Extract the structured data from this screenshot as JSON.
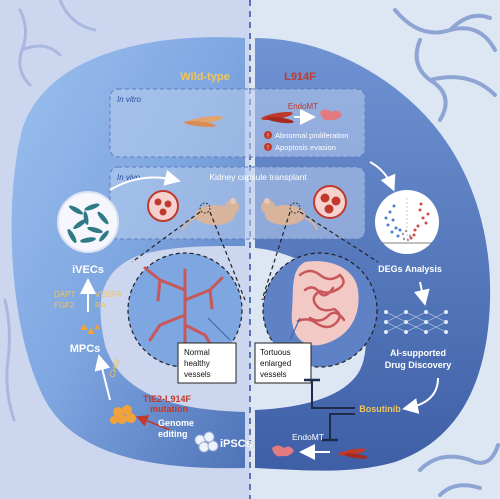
{
  "headers": {
    "wild_type": "Wild-type",
    "mutant": "L914F"
  },
  "in_vitro": {
    "label": "In vitro",
    "endomt": "EndoMT",
    "bullet1": "Abnormal proliferation",
    "bullet2": "Apoptosis evasion"
  },
  "in_vivo": {
    "label": "In vivo",
    "title": "Kidney capsule transplant"
  },
  "left_path": {
    "ivecs": "iVECs",
    "factors": [
      "DAPT",
      "VEGFA",
      "FGF2",
      "RA"
    ],
    "mpcs": "MPCs",
    "chir": "CHIR",
    "mutation_line1": "TIE2-L914F",
    "mutation_line2": "mutation",
    "genome_line1": "Genome",
    "genome_line2": "editing",
    "ipscs": "iPSCs"
  },
  "vessels": {
    "normal": [
      "Normal",
      "healthy",
      "vessels"
    ],
    "tortuous": [
      "Tortuous",
      "enlarged",
      "vessels"
    ]
  },
  "right_path": {
    "degs": "DEGs Analysis",
    "ai_line1": "AI-supported",
    "ai_line2": "Drug Discovery",
    "drug": "Bosutinib",
    "endomt_bottom": "EndoMT"
  },
  "colors": {
    "left_bg": "#cfd8f0",
    "right_bg": "#dfe7f3",
    "big_shape": "#8fb2e6",
    "big_shape_dark": "#4d6fb3",
    "gold": "#f0c55c",
    "red": "#c0392b",
    "vessel": "#c8575a"
  }
}
